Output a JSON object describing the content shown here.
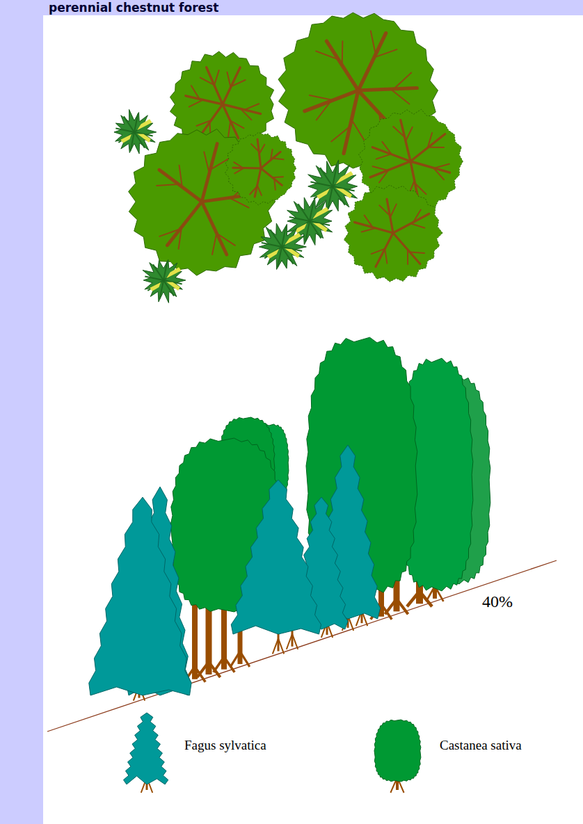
{
  "diagram": {
    "title": "perennial chestnut forest",
    "labels": [
      "40%"
    ],
    "legend": [
      {
        "text": "Fagus sylvatica"
      },
      {
        "text": "Castanea sativa"
      }
    ]
  }
}
